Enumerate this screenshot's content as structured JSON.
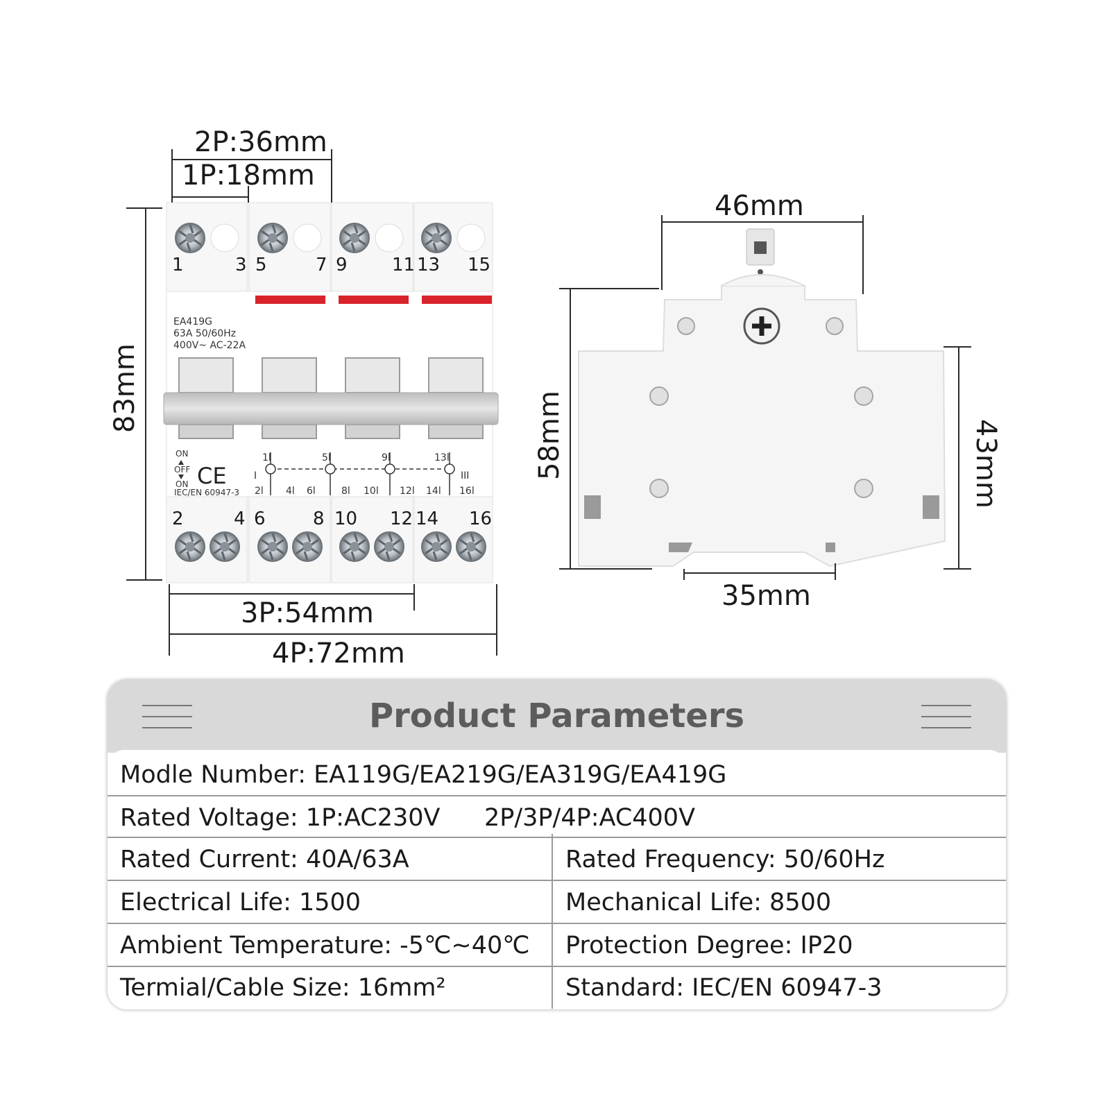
{
  "dimensions": {
    "width_2p": "2P:36mm",
    "width_1p": "1P:18mm",
    "height": "83mm",
    "width_3p": "3P:54mm",
    "width_4p": "4P:72mm",
    "side_top_width": "46mm",
    "side_height": "58mm",
    "side_body_height": "43mm",
    "din_rail_width": "35mm"
  },
  "terminals": {
    "top": [
      "1",
      "3",
      "5",
      "7",
      "9",
      "11",
      "13",
      "15"
    ],
    "bottom": [
      "2",
      "4",
      "6",
      "8",
      "10",
      "12",
      "14",
      "16"
    ]
  },
  "label": {
    "model": "EA419G",
    "rating": "63A 50/60Hz",
    "voltage": "400V~ AC-22A",
    "on_top": "ON",
    "off": "OFF",
    "on_bottom": "ON",
    "ce": "CE",
    "standard": "IEC/EN 60947-3"
  },
  "schematic": {
    "position_i": "I",
    "position_iii": "III",
    "top_labels": [
      "1l",
      "5l",
      "9l",
      "13l"
    ],
    "bottom_labels": [
      "2l",
      "4l",
      "6l",
      "8l",
      "10l",
      "12l",
      "14l",
      "16l"
    ]
  },
  "colors": {
    "accent_red": "#d8232a",
    "header_gray": "#d9d9d9",
    "title_gray": "#5c5c5c"
  },
  "parameters": {
    "title": "Product Parameters",
    "rows": [
      {
        "left": "Modle Number: EA119G/EA219G/EA319G/EA419G"
      },
      {
        "left": "Rated Voltage: 1P:AC230V",
        "left_extra": "2P/3P/4P:AC400V"
      },
      {
        "left": "Rated Current: 40A/63A",
        "right": "Rated Frequency: 50/60Hz"
      },
      {
        "left": "Electrical Life: 1500",
        "right": "Mechanical Life: 8500"
      },
      {
        "left": "Ambient Temperature: -5℃~40℃",
        "right": "Protection Degree: IP20"
      },
      {
        "left": "Termial/Cable Size: 16mm²",
        "right": "Standard: IEC/EN 60947-3"
      }
    ]
  }
}
